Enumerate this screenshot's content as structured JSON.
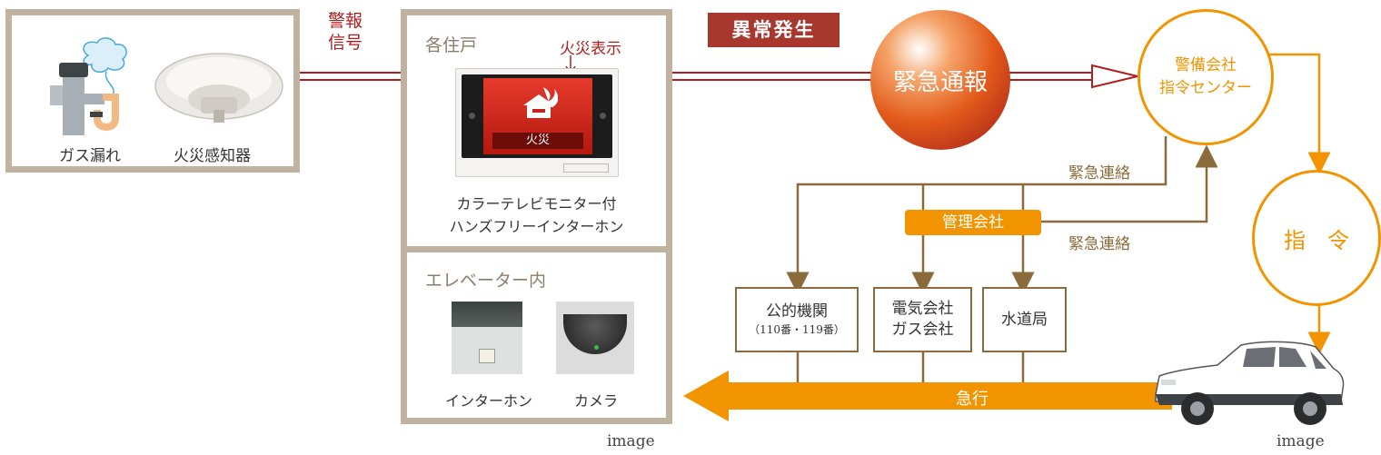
{
  "sensors": {
    "gas_leak_label": "ガス漏れ",
    "fire_detector_label": "火災感知器"
  },
  "alarm_signal_label": "警報信号",
  "residence": {
    "title": "各住戸",
    "fire_display_label": "火災表示",
    "monitor_screen_text": "火災",
    "monitor_caption_line1": "カラーテレビモニター付",
    "monitor_caption_line2": "ハンズフリーインターホン"
  },
  "elevator": {
    "title": "エレベーター内",
    "intercom_label": "インターホン",
    "camera_label": "カメラ"
  },
  "abnormal_label": "異常発生",
  "emergency_report_label": "緊急通報",
  "security_center_label": "警備会社\n指令センター",
  "emergency_contact_label_1": "緊急連絡",
  "emergency_contact_label_2": "緊急連絡",
  "management_company_label": "管理会社",
  "command_label": "指　令",
  "agencies": {
    "public_label": "公的機関",
    "public_sub": "（110番・119番）",
    "utility_label": "電気会社\nガス会社",
    "water_label": "水道局"
  },
  "rush_label": "急行",
  "image_caption_1": "image",
  "image_caption_2": "image",
  "colors": {
    "frame": "#bfb39f",
    "signal_red": "#b01e1e",
    "orange": "#f29400",
    "brown": "#8b6a3b"
  }
}
